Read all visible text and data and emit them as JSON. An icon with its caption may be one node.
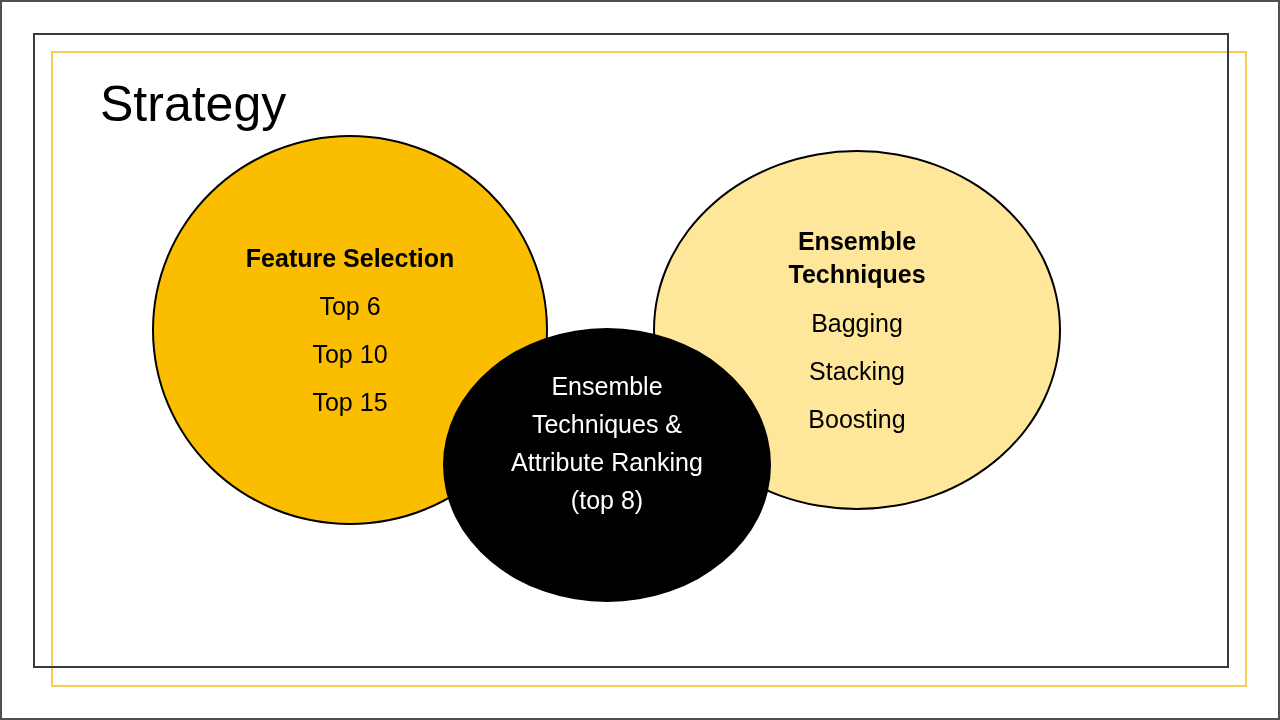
{
  "diagram": {
    "title": "Strategy",
    "nodes": [
      {
        "text": [
          "Feature Selection",
          "Top 6",
          "Top 10",
          "Top 15"
        ]
      },
      {
        "text": [
          "Ensemble Techniques",
          "Bagging",
          "Stacking",
          "Boosting"
        ]
      },
      {
        "text": [
          "Ensemble Techniques & Attribute Ranking (top 8)"
        ]
      }
    ]
  }
}
